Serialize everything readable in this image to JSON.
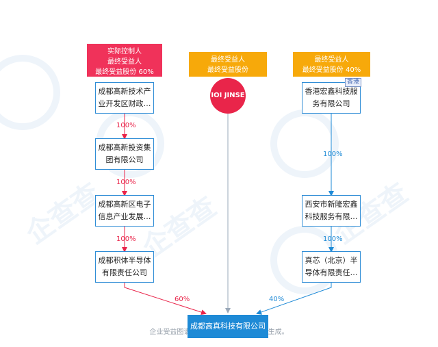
{
  "labels": {
    "left": [
      "实际控制人",
      "最终受益人",
      "最终受益股份 60%"
    ],
    "middle": [
      "最终受益人",
      "最终受益股份"
    ],
    "right": [
      "最终受益人",
      "最终受益股份 40%"
    ]
  },
  "nodes": {
    "left1": [
      "成都高新技术产",
      "业开发区财政…"
    ],
    "left2": [
      "成都高新投资集",
      "团有限公司"
    ],
    "left3": [
      "成都高新区电子",
      "信息产业发展…"
    ],
    "left4": [
      "成都积体半导体",
      "有限责任公司"
    ],
    "person": "IOI JINSE",
    "right1": [
      "香港宏鑫科技服",
      "务有限公司"
    ],
    "right1_badge": "香港",
    "right2": [
      "西安市新隆宏鑫",
      "科技服务有限…"
    ],
    "right3": [
      "真芯（北京）半",
      "导体有限责任…"
    ],
    "target": "成都高真科技有限公司"
  },
  "edges": {
    "left_1_2": "100%",
    "left_2_3": "100%",
    "left_3_4": "100%",
    "left_to_target": "60%",
    "right_1_2": "100%",
    "right_2_3": "100%",
    "right_to_target": "40%"
  },
  "footer": "企业受益图谱由企查查… 分析引擎独家生成。",
  "watermark": "企查查",
  "colors": {
    "red_label": "#f0325a",
    "orange_label": "#f7a90a",
    "entity_border": "#2f8dd6",
    "target_fill": "#1e8ad6",
    "red_edge": "#e9254a",
    "blue_edge": "#1e8ad6",
    "gray_edge": "#9aa8b8"
  }
}
